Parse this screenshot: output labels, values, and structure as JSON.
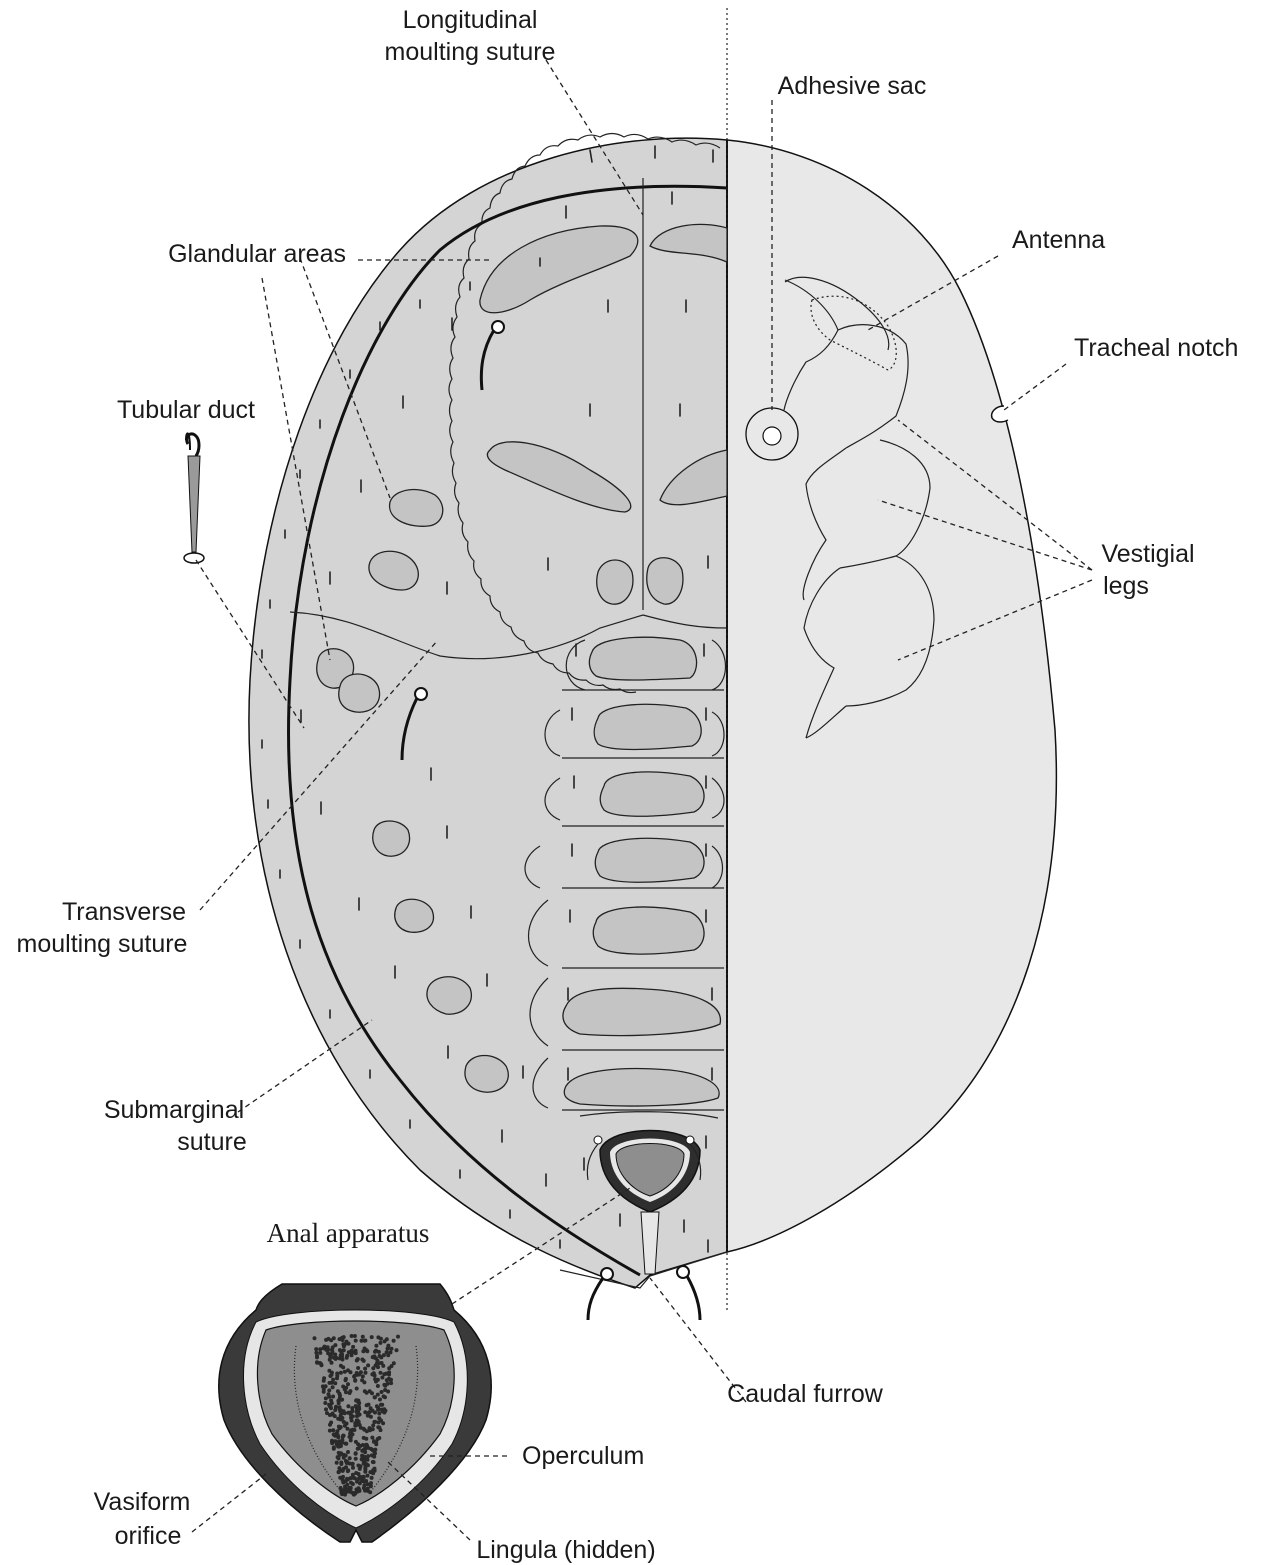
{
  "labels": {
    "longitudinal_moulting_suture": [
      "Longitudinal",
      "moulting suture"
    ],
    "adhesive_sac": "Adhesive sac",
    "glandular_areas": "Glandular areas",
    "antenna": "Antenna",
    "tracheal_notch": "Tracheal notch",
    "tubular_duct": "Tubular duct",
    "vestigial_legs": [
      "Vestigial",
      "legs"
    ],
    "transverse_moulting_suture": [
      "Transverse",
      "moulting suture"
    ],
    "submarginal_suture": [
      "Submarginal",
      "suture"
    ],
    "caudal_furrow": "Caudal furrow",
    "operculum": "Operculum",
    "vasiform_orifice": [
      "Vasiform",
      "orifice"
    ],
    "lingula_hidden": "Lingula (hidden)"
  },
  "inset_title": "Anal apparatus",
  "colors": {
    "body_left": "#d4d4d4",
    "body_right": "#e8e8e8",
    "outline": "#111111",
    "gland_fill": "#c4c4c4",
    "anal_ring": "#3a3a3a",
    "orifice_band": "#e6e6e6",
    "operculum": "#8e8e8e",
    "lingula_dots": "#2a2a2a"
  }
}
